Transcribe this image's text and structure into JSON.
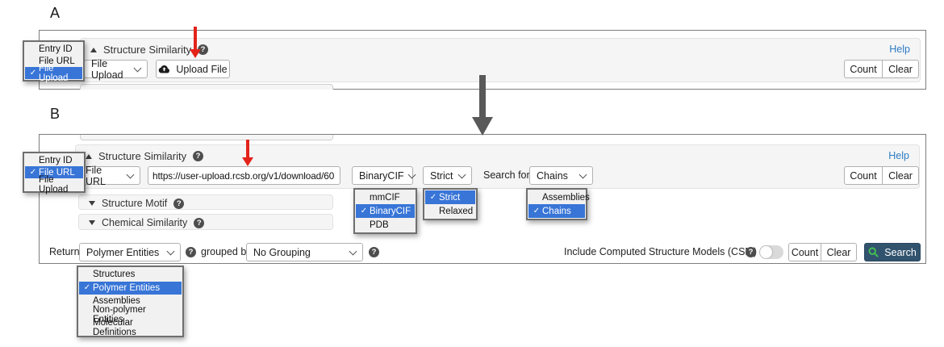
{
  "icons": {
    "check": "✓",
    "question": "?"
  },
  "panel_a": {
    "label": "A",
    "structure_similarity": {
      "title": "Structure Similarity",
      "help": "Help",
      "mode_select_value": "File Upload",
      "upload_button": "Upload File",
      "count_button": "Count",
      "clear_button": "Clear"
    },
    "mode_dropdown": {
      "items": [
        {
          "label": "Entry ID",
          "selected": false
        },
        {
          "label": "File URL",
          "selected": false
        },
        {
          "label": "File Upload",
          "selected": true
        }
      ]
    }
  },
  "panel_b": {
    "label": "B",
    "structure_similarity": {
      "title": "Structure Similarity",
      "help": "Help",
      "mode_select_value": "File URL",
      "url_input_value": "https://user-upload.rcsb.org/v1/download/60",
      "format_select_value": "BinaryCIF",
      "strictness_select_value": "Strict",
      "search_for_label": "Search for",
      "target_select_value": "Chains",
      "count_button": "Count",
      "clear_button": "Clear"
    },
    "mode_dropdown": {
      "items": [
        {
          "label": "Entry ID",
          "selected": false
        },
        {
          "label": "File URL",
          "selected": true
        },
        {
          "label": "File Upload",
          "selected": false
        }
      ]
    },
    "format_dropdown": {
      "items": [
        {
          "label": "mmCIF",
          "selected": false
        },
        {
          "label": "BinaryCIF",
          "selected": true
        },
        {
          "label": "PDB",
          "selected": false
        }
      ]
    },
    "strictness_dropdown": {
      "items": [
        {
          "label": "Strict",
          "selected": true
        },
        {
          "label": "Relaxed",
          "selected": false
        }
      ]
    },
    "target_dropdown": {
      "items": [
        {
          "label": "Assemblies",
          "selected": false
        },
        {
          "label": "Chains",
          "selected": true
        }
      ]
    },
    "structure_motif": {
      "title": "Structure Motif"
    },
    "chemical_similarity": {
      "title": "Chemical Similarity"
    },
    "footer": {
      "return_label": "Return",
      "return_select_value": "Polymer Entities",
      "grouped_by_label": "grouped by",
      "grouping_select_value": "No Grouping",
      "csm_label": "Include Computed Structure Models (CSM)",
      "count_button": "Count",
      "clear_button": "Clear",
      "search_button": "Search"
    },
    "return_dropdown": {
      "items": [
        {
          "label": "Structures",
          "selected": false
        },
        {
          "label": "Polymer Entities",
          "selected": true
        },
        {
          "label": "Assemblies",
          "selected": false
        },
        {
          "label": "Non-polymer Entities",
          "selected": false
        },
        {
          "label": "Molecular Definitions",
          "selected": false
        }
      ]
    }
  }
}
